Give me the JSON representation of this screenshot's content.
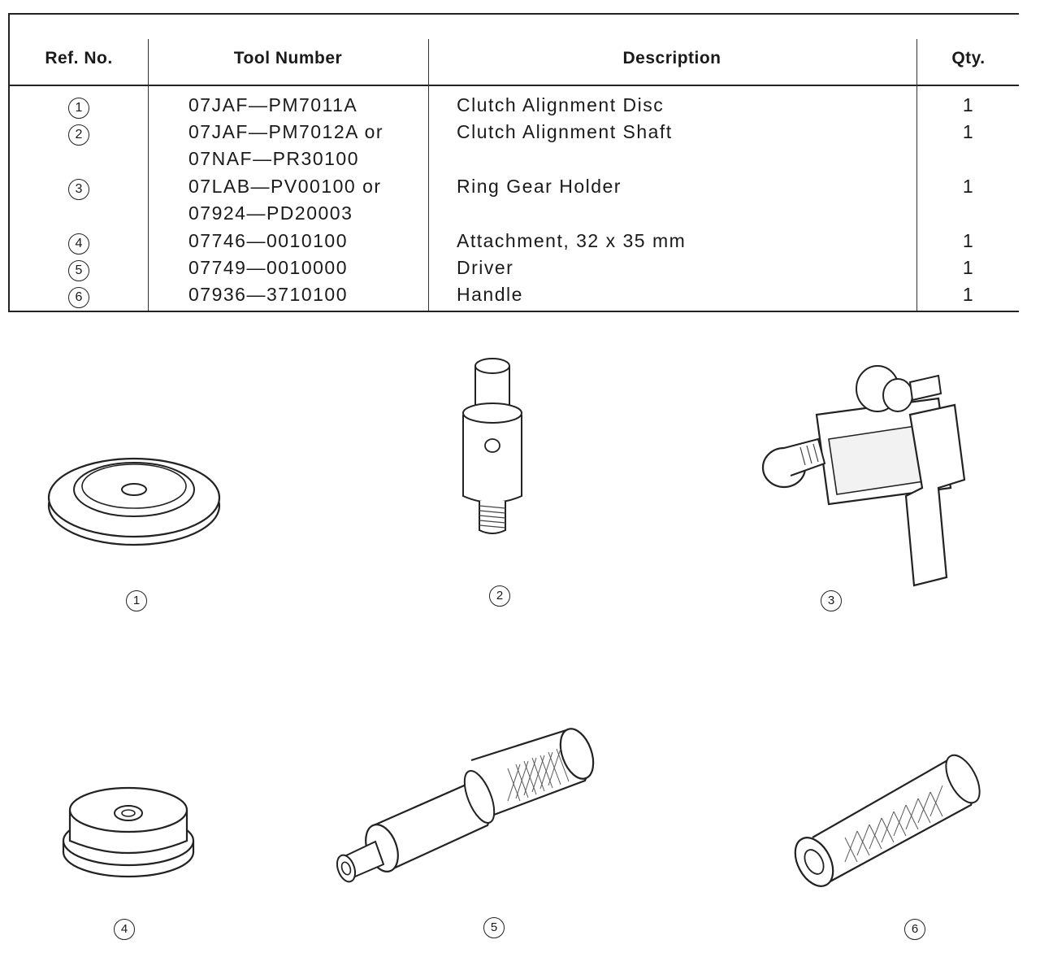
{
  "table": {
    "headers": {
      "ref": "Ref. No.",
      "tool": "Tool Number",
      "desc": "Description",
      "qty": "Qty."
    },
    "rows": [
      {
        "ref": "1",
        "tool1": "07JAF—PM7011A",
        "tool2": "",
        "desc": "Clutch Alignment Disc",
        "qty": "1"
      },
      {
        "ref": "2",
        "tool1": "07JAF—PM7012A or",
        "tool2": "07NAF—PR30100",
        "desc": "Clutch Alignment Shaft",
        "qty": "1"
      },
      {
        "ref": "3",
        "tool1": "07LAB—PV00100 or",
        "tool2": "07924—PD20003",
        "desc": "Ring Gear Holder",
        "qty": "1"
      },
      {
        "ref": "4",
        "tool1": "07746—0010100",
        "tool2": "",
        "desc": "Attachment, 32 x 35 mm",
        "qty": "1"
      },
      {
        "ref": "5",
        "tool1": "07749—0010000",
        "tool2": "",
        "desc": "Driver",
        "qty": "1"
      },
      {
        "ref": "6",
        "tool1": "07936—3710100",
        "tool2": "",
        "desc": "Handle",
        "qty": "1"
      }
    ]
  },
  "figures": {
    "labels": [
      "1",
      "2",
      "3",
      "4",
      "5",
      "6"
    ]
  }
}
